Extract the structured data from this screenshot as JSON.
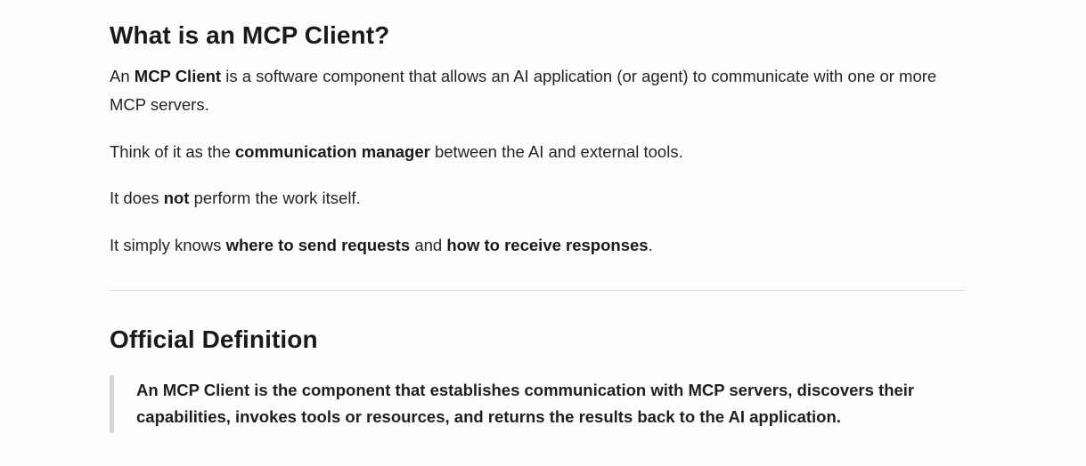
{
  "section1": {
    "heading": "What is an MCP Client?",
    "p1": {
      "a": "An ",
      "b": "MCP Client",
      "c": " is a software component that allows an AI application (or agent) to communicate with one or more MCP servers."
    },
    "p2": {
      "a": "Think of it as the ",
      "b": "communication manager",
      "c": " between the AI and external tools."
    },
    "p3": {
      "a": "It does ",
      "b": "not",
      "c": " perform the work itself."
    },
    "p4": {
      "a": "It simply knows ",
      "b": "where to send requests",
      "c": " and ",
      "d": "how to receive responses",
      "e": "."
    }
  },
  "section2": {
    "heading": "Official Definition",
    "quote": "An MCP Client is the component that establishes communication with MCP servers, discovers their capabilities, invokes tools or resources, and returns the results back to the AI application."
  }
}
